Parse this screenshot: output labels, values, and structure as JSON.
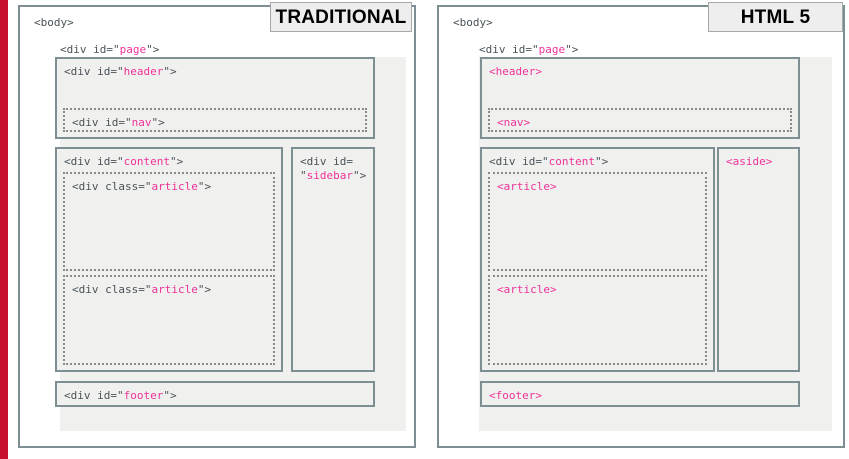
{
  "accent_color": "#c8102e",
  "value_color": "#ee3399",
  "code_color": "#4a5358",
  "panels": [
    {
      "id": "traditional",
      "badge": "TRADITIONAL",
      "body_label": "<body>",
      "page_label": "<div id=\"page\">",
      "blocks": {
        "header": {
          "prefix": "<div id=\"",
          "value": "header",
          "suffix": "\">"
        },
        "nav": {
          "prefix": "<div id=\"",
          "value": "nav",
          "suffix": "\">"
        },
        "content": {
          "prefix": "<div id=\"",
          "value": "content",
          "suffix": "\">"
        },
        "article1": {
          "prefix": "<div class=\"",
          "value": "article",
          "suffix": "\">"
        },
        "article2": {
          "prefix": "<div class=\"",
          "value": "article",
          "suffix": "\">"
        },
        "sidebar": {
          "prefix": "<div id=\n\"",
          "value": "sidebar",
          "suffix": "\">"
        },
        "footer": {
          "prefix": "<div id=\"",
          "value": "footer",
          "suffix": "\">"
        }
      }
    },
    {
      "id": "html5",
      "badge": "HTML 5",
      "body_label": "<body>",
      "page_label": "<div id=\"page\">",
      "blocks": {
        "header": {
          "prefix": "",
          "value": "<header>",
          "suffix": ""
        },
        "nav": {
          "prefix": "",
          "value": "<nav>",
          "suffix": ""
        },
        "content": {
          "prefix": "<div id=\"",
          "value": "content",
          "suffix": "\">"
        },
        "article1": {
          "prefix": "",
          "value": "<article>",
          "suffix": ""
        },
        "article2": {
          "prefix": "",
          "value": "<article>",
          "suffix": ""
        },
        "sidebar": {
          "prefix": "",
          "value": "<aside>",
          "suffix": ""
        },
        "footer": {
          "prefix": "",
          "value": "<footer>",
          "suffix": ""
        }
      }
    }
  ]
}
